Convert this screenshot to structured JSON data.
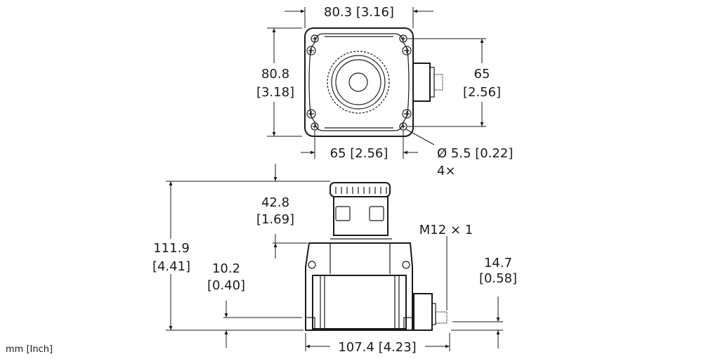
{
  "units": "mm [Inch]",
  "top_view": {
    "width": "80.3 [3.16]",
    "height_mm": "80.8",
    "height_in": "[3.18]",
    "hole_spacing_v_mm": "65",
    "hole_spacing_v_in": "[2.56]",
    "hole_spacing_h": "65 [2.56]",
    "hole_diameter": "Ø 5.5 [0.22]",
    "hole_count": "4×"
  },
  "side_view": {
    "total_height_mm": "111.9",
    "total_height_in": "[4.41]",
    "cap_height_mm": "42.8",
    "cap_height_in": "[1.69]",
    "base_height_mm": "10.2",
    "base_height_in": "[0.40]",
    "connector": "M12 × 1",
    "connector_height_mm": "14.7",
    "connector_height_in": "[0.58]",
    "total_width": "107.4 [4.23]"
  }
}
